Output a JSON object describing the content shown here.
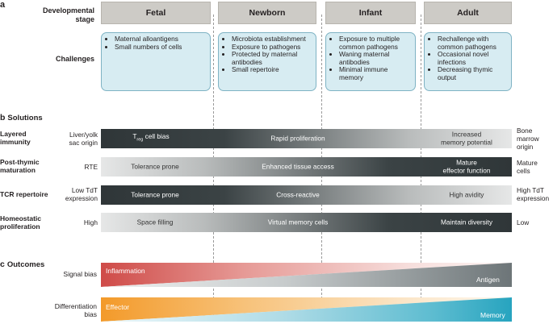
{
  "panel_a": {
    "letter": "a",
    "stage_label_line1": "Developmental",
    "stage_label_line2": "stage",
    "challenges_label": "Challenges",
    "stages": [
      "Fetal",
      "Newborn",
      "Infant",
      "Adult"
    ],
    "challenges": [
      [
        "Maternal alloantigens",
        "Small numbers of cells"
      ],
      [
        "Microbiota establishment",
        "Exposure to pathogens",
        "Protected by maternal antibodies",
        "Small repertoire"
      ],
      [
        "Exposure to multiple common pathogens",
        "Waning maternal antibodies",
        "Minimal immune memory"
      ],
      [
        "Rechallenge with common pathogens",
        "Occasional novel infections",
        "Decreasing thymic output"
      ]
    ]
  },
  "panel_b": {
    "letter": "b",
    "title": "Solutions",
    "rows": [
      {
        "label_line1": "Layered",
        "label_line2": "immunity",
        "left_line1": "Liver/yolk",
        "left_line2": "sac origin",
        "right_line1": "Bone",
        "right_line2": "marrow",
        "right_line3": "origin",
        "treg_prefix": "T",
        "treg_sub": "reg",
        "treg_suffix": " cell bias",
        "mid": "Rapid proliferation",
        "end_line1": "Increased",
        "end_line2": "memory potential"
      },
      {
        "label_line1": "Post-thymic",
        "label_line2": "maturation",
        "left_line1": "RTE",
        "right_line1": "Mature",
        "right_line2": "cells",
        "start": "Tolerance prone",
        "mid": "Enhanced tissue access",
        "end_line1": "Mature",
        "end_line2": "effector function"
      },
      {
        "label_line1": "TCR repertoire",
        "left_line1": "Low TdT",
        "left_line2": "expression",
        "right_line1": "High TdT",
        "right_line2": "expression",
        "start": "Tolerance prone",
        "mid": "Cross-reactive",
        "end": "High avidity"
      },
      {
        "label_line1": "Homeostatic",
        "label_line2": "proliferation",
        "left_line1": "High",
        "right_line1": "Low",
        "start": "Space filling",
        "mid": "Virtual memory cells",
        "end": "Maintain diversity"
      }
    ]
  },
  "panel_c": {
    "letter": "c",
    "title": "Outcomes",
    "signal_label": "Signal bias",
    "signal_top": "Inflammation",
    "signal_bottom": "Antigen",
    "diff_label_line1": "Differentiation",
    "diff_label_line2": "bias",
    "diff_top": "Effector",
    "diff_bottom": "Memory"
  },
  "colors": {
    "stage_header": "#cdcbc6",
    "challenge_box": "#d7ecf2",
    "dark_bar": "#2f3638",
    "inflammation_red": "#cf4b48",
    "antigen_grey": "#6d7578",
    "effector_orange": "#f39a2a",
    "memory_teal": "#27a4bf"
  }
}
